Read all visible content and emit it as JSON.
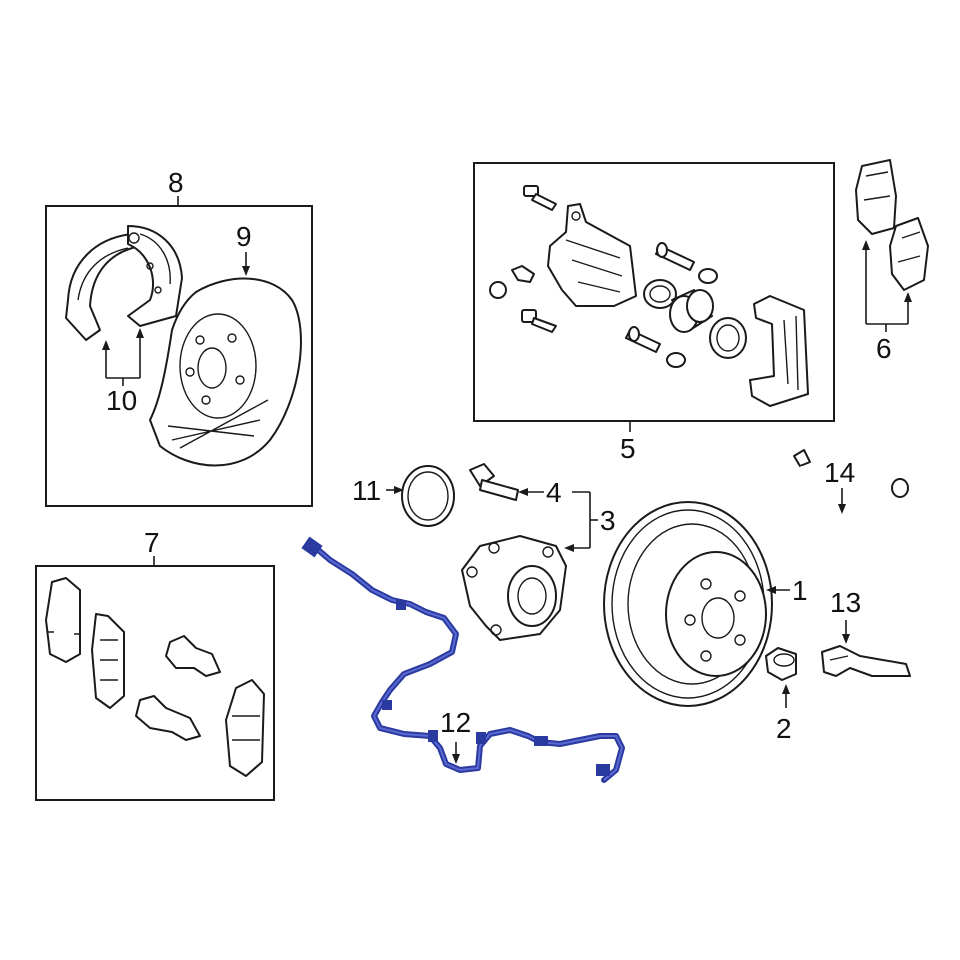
{
  "callouts": {
    "c1": "1",
    "c2": "2",
    "c3": "3",
    "c4": "4",
    "c5": "5",
    "c6": "6",
    "c7": "7",
    "c8": "8",
    "c9": "9",
    "c10": "10",
    "c11": "11",
    "c12": "12",
    "c13": "13",
    "c14": "14"
  },
  "colors": {
    "highlight": "#2b3aa0",
    "line": "#1a1a1a",
    "background": "#ffffff"
  }
}
